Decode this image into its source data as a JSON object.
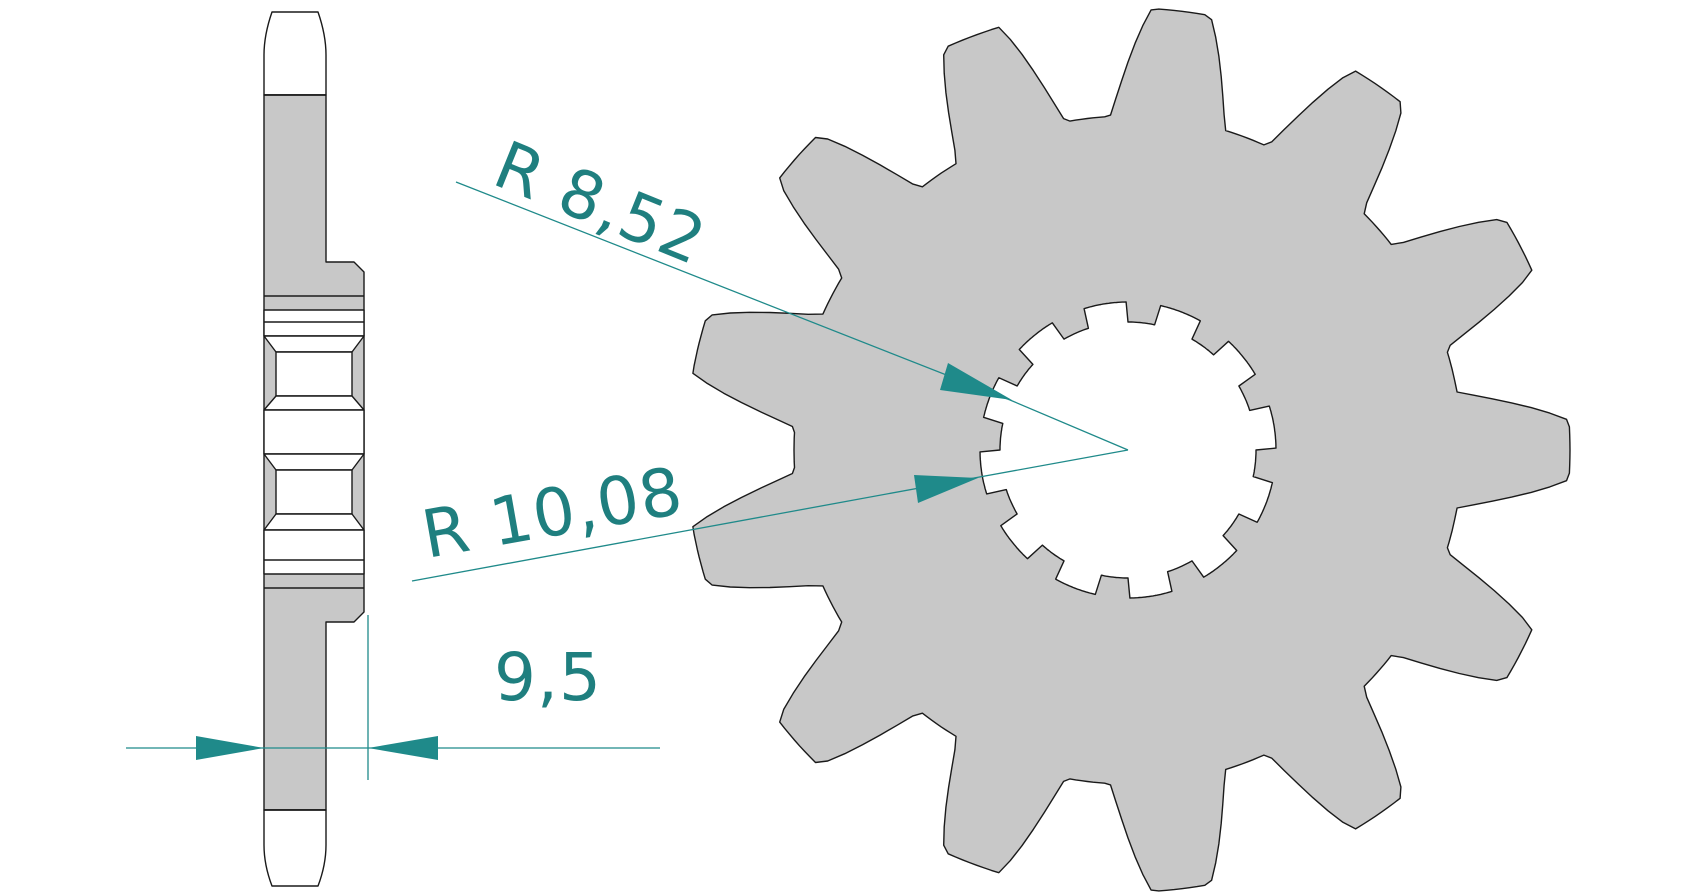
{
  "drawing": {
    "sprocket": {
      "teeth": 13,
      "spline_teeth": 12
    },
    "dimensions": {
      "radius_inner_label": "R  8,52",
      "radius_outer_label": "R  10,08",
      "width_label": "9,5"
    },
    "colors": {
      "part_fill": "#c8c8c8",
      "outline": "#1a1a1a",
      "dimension": "#1f8a8a"
    }
  }
}
